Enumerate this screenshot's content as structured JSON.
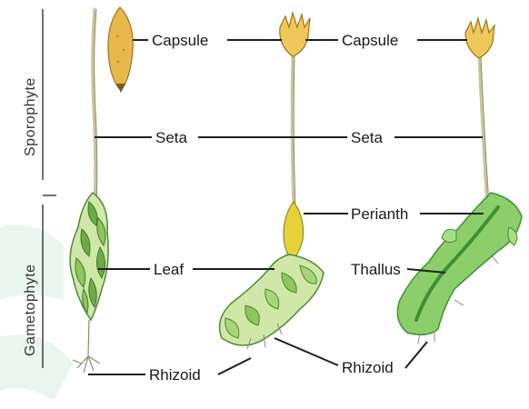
{
  "labels": {
    "capsule_1": "Capsule",
    "capsule_2": "Capsule",
    "seta_1": "Seta",
    "seta_2": "Seta",
    "perianth": "Perianth",
    "leaf": "Leaf",
    "thallus": "Thallus",
    "rhizoid_1": "Rhizoid",
    "rhizoid_2": "Rhizoid"
  },
  "side_labels": {
    "sporophyte": "Sporophyte",
    "gametophyte": "Gametophyte"
  },
  "colors": {
    "capsule": "#e8b84a",
    "leaf_light": "#cfe8a8",
    "leaf_dark": "#6faa45",
    "thallus": "#8ccf6a",
    "thallus_dark": "#3f8f35",
    "watermark": "#e9f6ef"
  }
}
